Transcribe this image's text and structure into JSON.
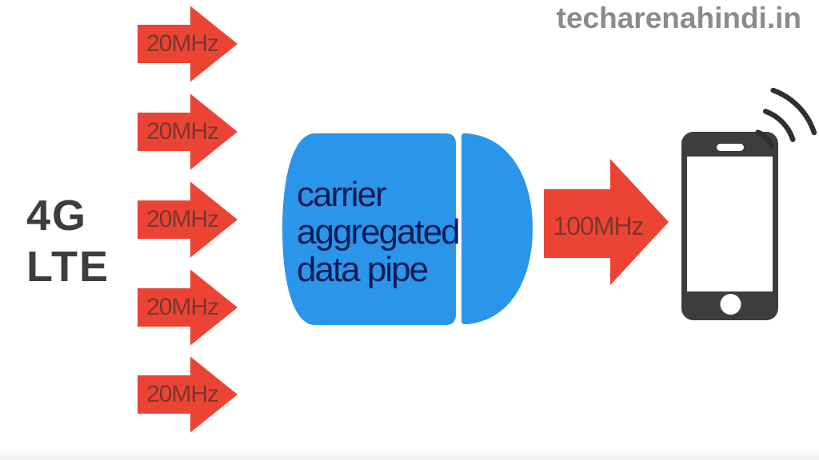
{
  "watermark": {
    "text": "techarenahindi.in"
  },
  "source": {
    "line1": "4G",
    "line2": "LTE"
  },
  "input_arrows": {
    "items": [
      {
        "label": "20MHz"
      },
      {
        "label": "20MHz"
      },
      {
        "label": "20MHz"
      },
      {
        "label": "20MHz"
      },
      {
        "label": "20MHz"
      }
    ]
  },
  "pipe": {
    "lines": [
      "carrier",
      "aggregated",
      "data pipe"
    ]
  },
  "output_arrow": {
    "label": "100MHz"
  },
  "colors": {
    "arrow_red": "#ec4434",
    "arrow_label_maroon": "#7d362f",
    "pipe_blue": "#2b95ea",
    "pipe_text_navy": "#0d1c55",
    "device_dark_gray": "#3d3d3d",
    "watermark_gray": "#8b8b8b",
    "background": "#ffffff"
  }
}
